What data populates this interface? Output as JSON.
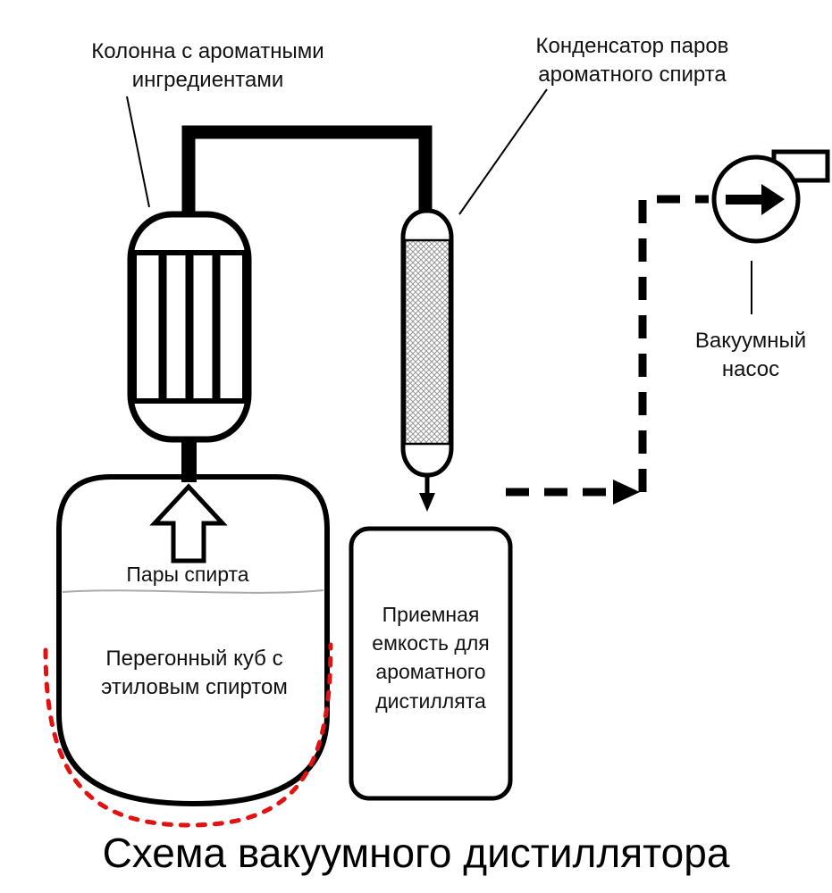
{
  "title": "Схема вакуумного дистиллятора",
  "labels": {
    "column": "Колонна с ароматными\nингредиентами",
    "condenser": "Конденсатор паров\nароматного спирта",
    "pump": "Вакуумный\nнасос",
    "vapors": "Пары спирта",
    "cube": "Перегонный куб с\nэтиловым спиртом",
    "receiver": "Приемная\nемкость для\nароматного\nдистиллята"
  },
  "colors": {
    "line": "#000000",
    "heater_red": "#e01212",
    "hatch_gray": "#999999",
    "level_gray": "#aaaaaa"
  }
}
